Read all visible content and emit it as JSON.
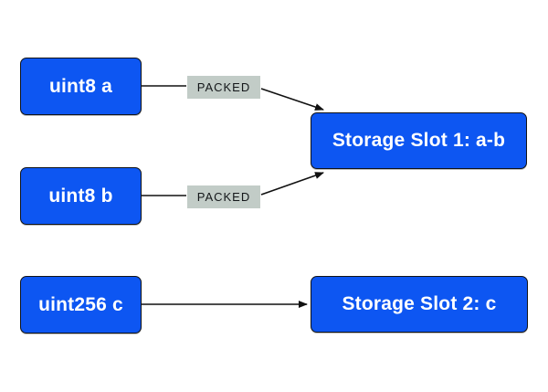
{
  "diagram": {
    "type": "flowchart",
    "description": "Solidity storage slot packing diagram",
    "colors": {
      "background": "#ffffff",
      "node_fill": "#0d56f2",
      "node_border": "#101318",
      "node_text": "#ffffff",
      "edge_label_bg": "#c2ccc7",
      "edge_label_text": "#14171a",
      "edge_stroke": "#111111"
    },
    "nodes": [
      {
        "id": "uint8-a",
        "label": "uint8 a"
      },
      {
        "id": "uint8-b",
        "label": "uint8 b"
      },
      {
        "id": "uint256-c",
        "label": "uint256 c"
      },
      {
        "id": "storage-slot-1",
        "label": "Storage Slot 1: a-b"
      },
      {
        "id": "storage-slot-2",
        "label": "Storage Slot 2: c"
      }
    ],
    "edges": [
      {
        "from": "uint8-a",
        "to": "storage-slot-1",
        "label": "PACKED"
      },
      {
        "from": "uint8-b",
        "to": "storage-slot-1",
        "label": "PACKED"
      },
      {
        "from": "uint256-c",
        "to": "storage-slot-2",
        "label": ""
      }
    ]
  }
}
